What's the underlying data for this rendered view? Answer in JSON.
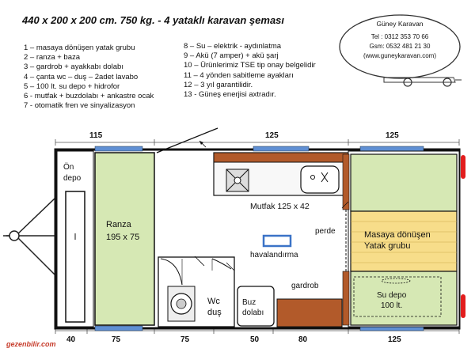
{
  "title": "440 x 200 x 200 cm. 750 kg.  -  4 yataklı karavan şeması",
  "legend_left": [
    "1 – masaya dönüşen yatak grubu",
    "2 – ranza + baza",
    "3 – gardrob + ayakkabı dolabı",
    "4 – çanta wc – duş – 2adet lavabo",
    "5 – 100 lt. su depo + hidrofor",
    "6 -  mutfak + buzdolabı + ankastre ocak",
    "7 -  otomatik fren ve sinyalizasyon"
  ],
  "legend_right": [
    "8 – Su – elektrik - aydınlatma",
    "9 – Akü (7 amper) + akü şarj",
    "10 – Ürünlerimiz TSE tip onay belgelidir",
    "11 – 4 yönden sabitleme ayakları",
    "12 – 3 yıl garantilidir.",
    "13 - Güneş enerjisi axtradır."
  ],
  "logo": {
    "name": "Güney Karavan",
    "tel": "Tel : 0312 353 70 66",
    "gsm": "Gsm: 0532 481 21 30",
    "web": "(www.guneykaravan.com)"
  },
  "top_dims": [
    "115",
    "125",
    "125"
  ],
  "bottom_dims": [
    "40",
    "75",
    "75",
    "50",
    "80",
    "125"
  ],
  "rooms": {
    "on_depo": "Ön\ndepo",
    "ranza": "Ranza",
    "ranza_size": "195 x 75",
    "mutfak": "Mutfak 125 x 42",
    "perde": "perde",
    "havalandirma": "havalandırma",
    "wc": "Wc\nduş",
    "buz": "Buz\ndolabı",
    "gardrob": "gardrob",
    "yatak": "Masaya dönüşen\nYatak grubu",
    "su_depo": "Su depo\n100 lt."
  },
  "watermark": "gezenbilir.com",
  "colors": {
    "bed_green": "#d6e8b4",
    "yellow": "#f7dd8a",
    "wood": "#b25a2a",
    "window_blue": "#5f8fd3",
    "taillight": "#e21d1d"
  }
}
